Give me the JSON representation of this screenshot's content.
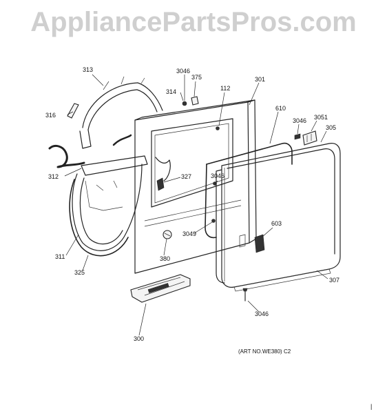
{
  "watermark": "AppliancePartsPros.com",
  "art_number": "(ART NO.WE380) C2",
  "labels": {
    "p313": "313",
    "p3046a": "3046",
    "p375": "375",
    "p314": "314",
    "p112": "112",
    "p301": "301",
    "p610": "610",
    "p3046b": "3046",
    "p3051": "3051",
    "p305": "305",
    "p316": "316",
    "p312": "312",
    "p327": "327",
    "p3046c": "3046",
    "p603": "603",
    "p3049": "3049",
    "p311": "311",
    "p380": "380",
    "p325": "325",
    "p307": "307",
    "p3046d": "3046",
    "p300": "300"
  },
  "page_marker": "|"
}
